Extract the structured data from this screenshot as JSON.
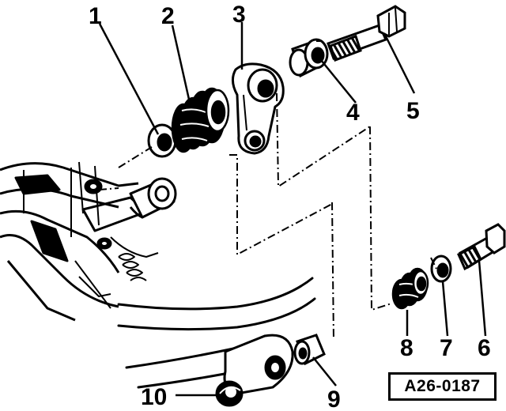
{
  "callouts": [
    {
      "id": "1",
      "label": "1"
    },
    {
      "id": "2",
      "label": "2"
    },
    {
      "id": "3",
      "label": "3"
    },
    {
      "id": "4",
      "label": "4"
    },
    {
      "id": "5",
      "label": "5"
    },
    {
      "id": "6",
      "label": "6"
    },
    {
      "id": "7",
      "label": "7"
    },
    {
      "id": "8",
      "label": "8"
    },
    {
      "id": "9",
      "label": "9"
    },
    {
      "id": "10",
      "label": "10"
    }
  ],
  "reference_code": "A26-0187",
  "colors": {
    "ink": "#000000",
    "paper": "#ffffff"
  }
}
